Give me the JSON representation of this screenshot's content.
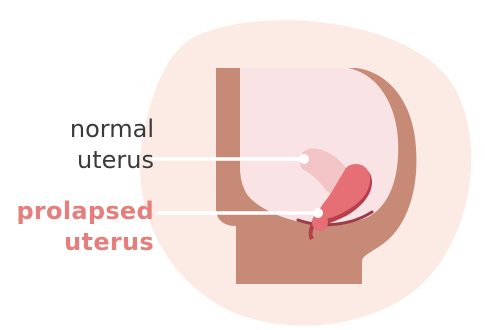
{
  "labels": {
    "normal": {
      "line1": "normal",
      "line2": "uterus"
    },
    "prolapsed": {
      "line1": "prolapsed",
      "line2": "uterus"
    }
  },
  "colors": {
    "background_blob": "#fbebe4",
    "body_silhouette": "#c68a77",
    "abdominal_cavity": "#f9e3e5",
    "normal_uterus": "#f3c4c6",
    "prolapsed_uterus": "#e56f74",
    "prolapsed_uterus_shadow": "#b73e4b",
    "pelvic_floor": "#9b3e4a",
    "pointer_line": "#ffffff",
    "normal_label_text": "#3a3a3a",
    "prolapsed_label_text": "#e47f7d"
  }
}
